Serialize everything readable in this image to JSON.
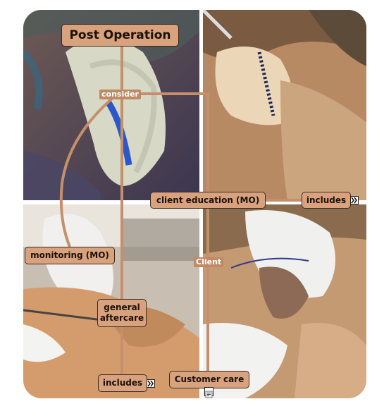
{
  "diagram": {
    "root": {
      "label": "Post Operation"
    },
    "links": {
      "consider": "consider",
      "client": "Client"
    },
    "nodes": {
      "client_education": "client education (MO)",
      "includes_right": "includes",
      "monitoring": "monitoring (MO)",
      "general_aftercare": "general aftercare",
      "includes_bottom": "includes",
      "customer_care": "Customer care"
    },
    "icons": {
      "expand": "expand-arrows-icon",
      "note": "note-icon"
    },
    "colors": {
      "node_fill": "#d9a27e",
      "connector": "#c58f6b",
      "border": "#3a2a1e"
    }
  }
}
